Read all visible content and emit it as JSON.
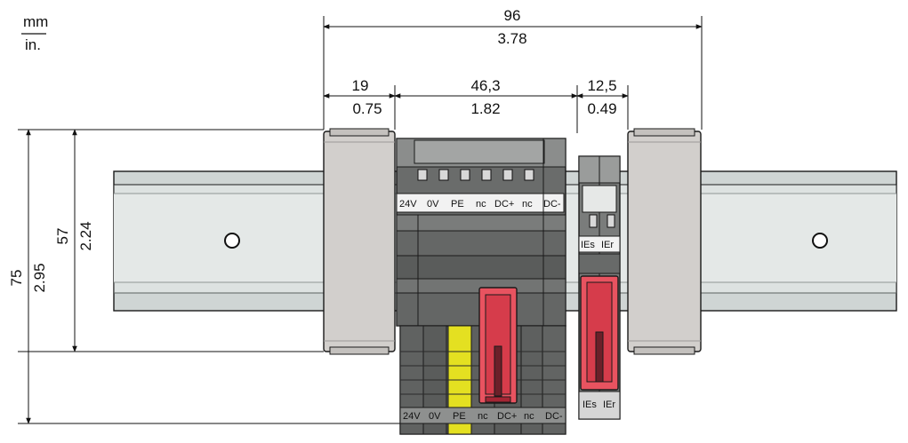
{
  "units": {
    "top": "mm",
    "bottom": "in."
  },
  "dimensions": {
    "overall_width": {
      "mm": "96",
      "in": "3.78"
    },
    "end_bracket_width": {
      "mm": "19",
      "in": "0.75"
    },
    "module_width": {
      "mm": "46,3",
      "in": "1.82"
    },
    "signal_module_width": {
      "mm": "12,5",
      "in": "0.49"
    },
    "overall_height": {
      "mm": "75",
      "in": "2.95"
    },
    "rail_to_bracket_height": {
      "mm": "57",
      "in": "2.24"
    }
  },
  "terminal_labels": [
    "24V",
    "0V",
    "PE",
    "nc",
    "DC+",
    "nc",
    "DC-"
  ],
  "signal_labels": [
    "IEs",
    "IEr"
  ],
  "colors": {
    "rail": "#cfd5d4",
    "bracket": "#d2cfcc",
    "module_dark": "#5e605f",
    "module_mid": "#7d7f7e",
    "pe_yellow": "#e4e021",
    "lever_red": "#e85360",
    "label_bg": "#f2f2f2"
  }
}
